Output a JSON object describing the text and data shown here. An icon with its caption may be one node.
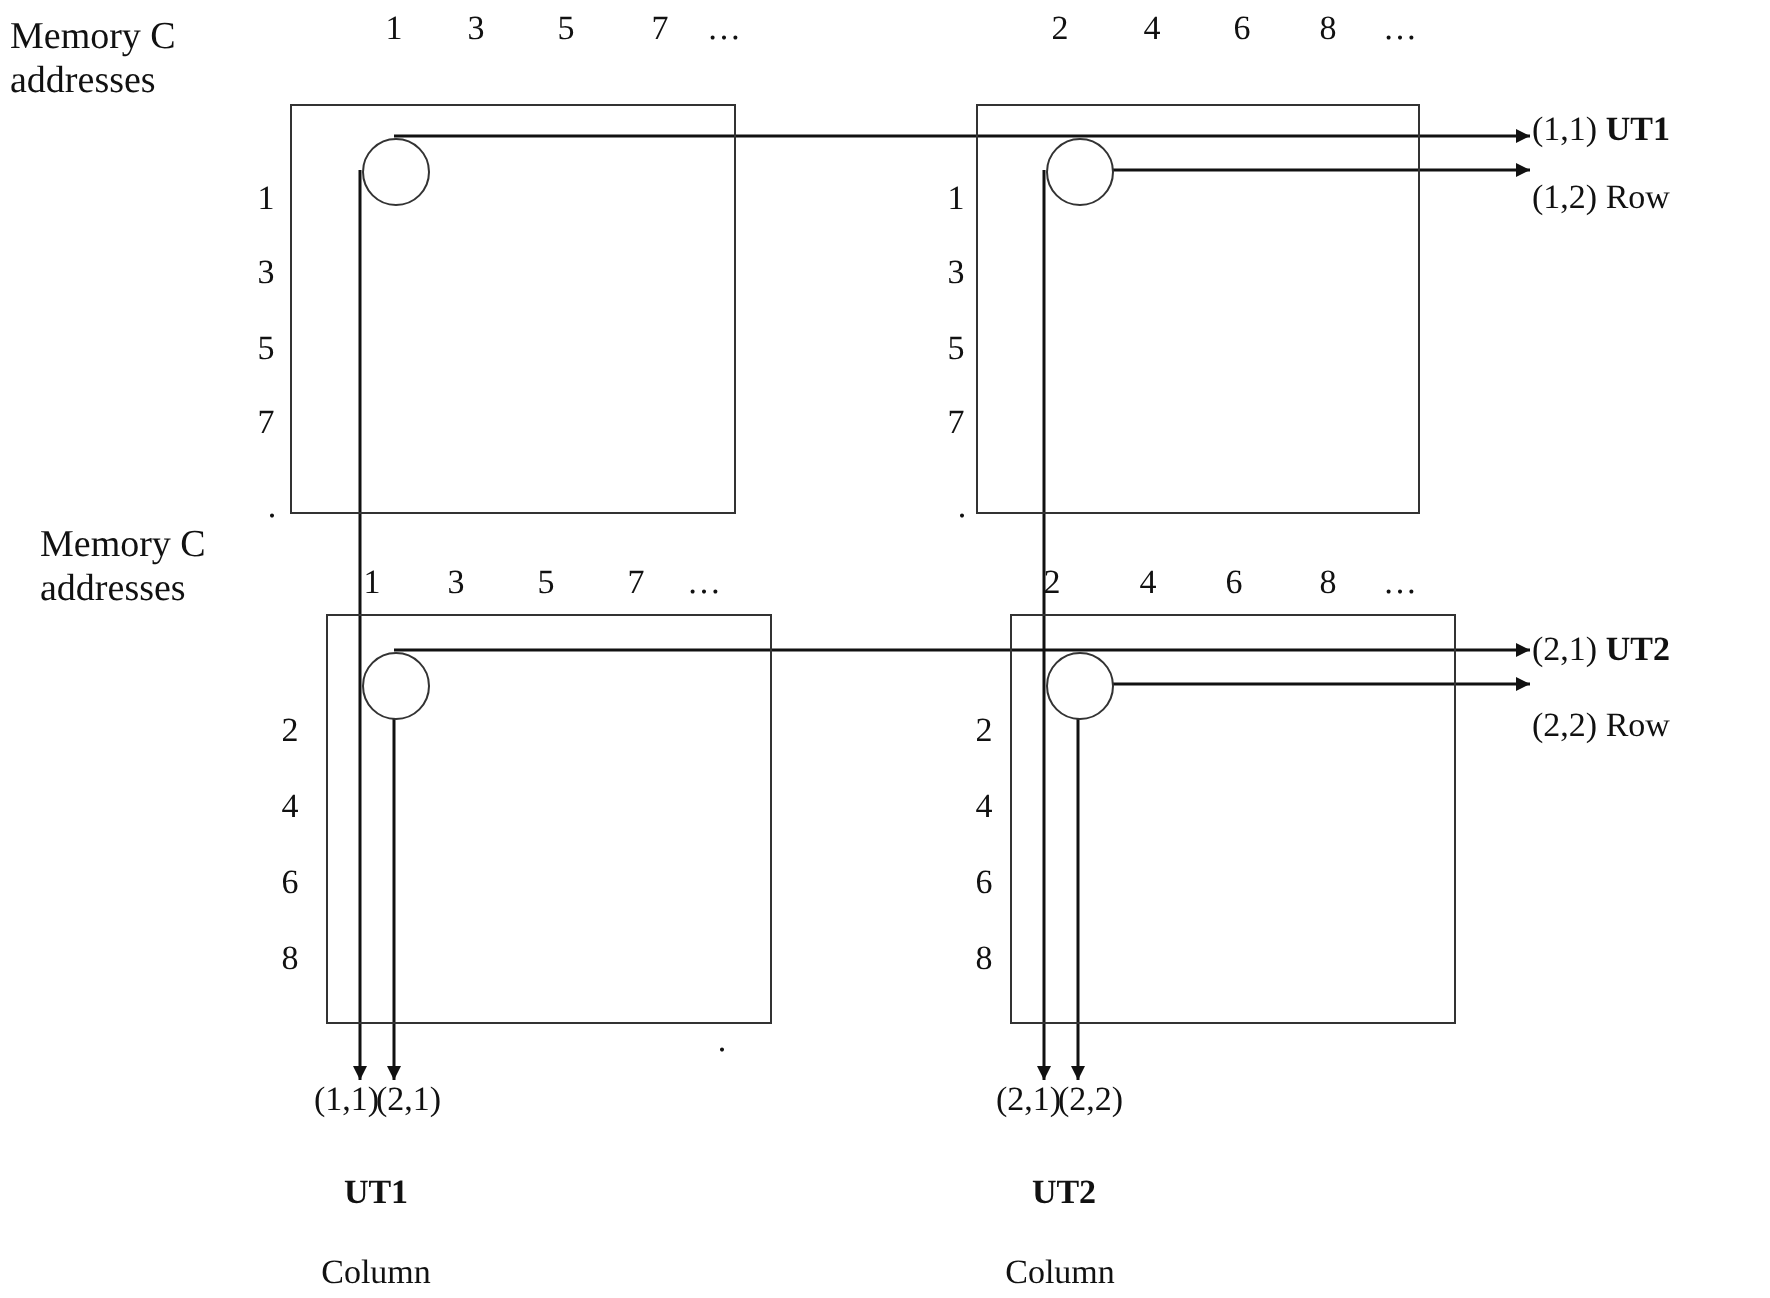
{
  "diagram": {
    "nodes": [
      {
        "text": [],
        "shape": "box"
      },
      {
        "text": [],
        "shape": "circle",
        "in": 0
      },
      {
        "text": [],
        "shape": "box"
      },
      {
        "text": [],
        "shape": "circle",
        "in": 2
      },
      {
        "text": [],
        "shape": "box"
      },
      {
        "text": [],
        "shape": "circle",
        "in": 4
      },
      {
        "text": [],
        "shape": "box"
      },
      {
        "text": [],
        "shape": "circle",
        "in": 6
      },
      {
        "text": [
          "(1,1) **UT1**"
        ]
      },
      {
        "text": [
          "(1,2) Row"
        ]
      },
      {
        "text": [
          "(2,1) **UT2**"
        ]
      },
      {
        "text": [
          "(2,2) Row"
        ]
      },
      {
        "text": [
          "(1,1)"
        ]
      },
      {
        "text": [
          "(2,1)"
        ]
      },
      {
        "text": [
          "(2,1)"
        ]
      },
      {
        "text": [
          "(2,2)"
        ]
      }
    ],
    "edges": [
      {
        "from": 1,
        "to": 8,
        "arrow": "to"
      },
      {
        "from": 3,
        "to": 9,
        "arrow": "to"
      },
      {
        "from": 5,
        "to": 10,
        "arrow": "to"
      },
      {
        "from": 7,
        "to": 11,
        "arrow": "to"
      },
      {
        "from": 1,
        "to": 12,
        "arrow": "to"
      },
      {
        "from": 5,
        "to": 13,
        "arrow": "to"
      },
      {
        "from": 3,
        "to": 14,
        "arrow": "to"
      },
      {
        "from": 7,
        "to": 15,
        "arrow": "to"
      }
    ],
    "labels": [
      "1",
      "3",
      "5",
      "7",
      "…",
      "2",
      "4",
      "6",
      "8",
      "…",
      "Memory C addresses",
      "1",
      "3",
      "5",
      "7",
      ".",
      "1",
      "3",
      "5",
      "7",
      ".",
      "Memory C addresses",
      "1",
      "3",
      "5",
      "7",
      "…",
      "2",
      "4",
      "6",
      "8",
      "…",
      "2",
      "4",
      "6",
      "8",
      "2",
      "4",
      "6",
      "8",
      ".",
      "UT1",
      "UT2",
      "Column",
      "Column"
    ]
  }
}
